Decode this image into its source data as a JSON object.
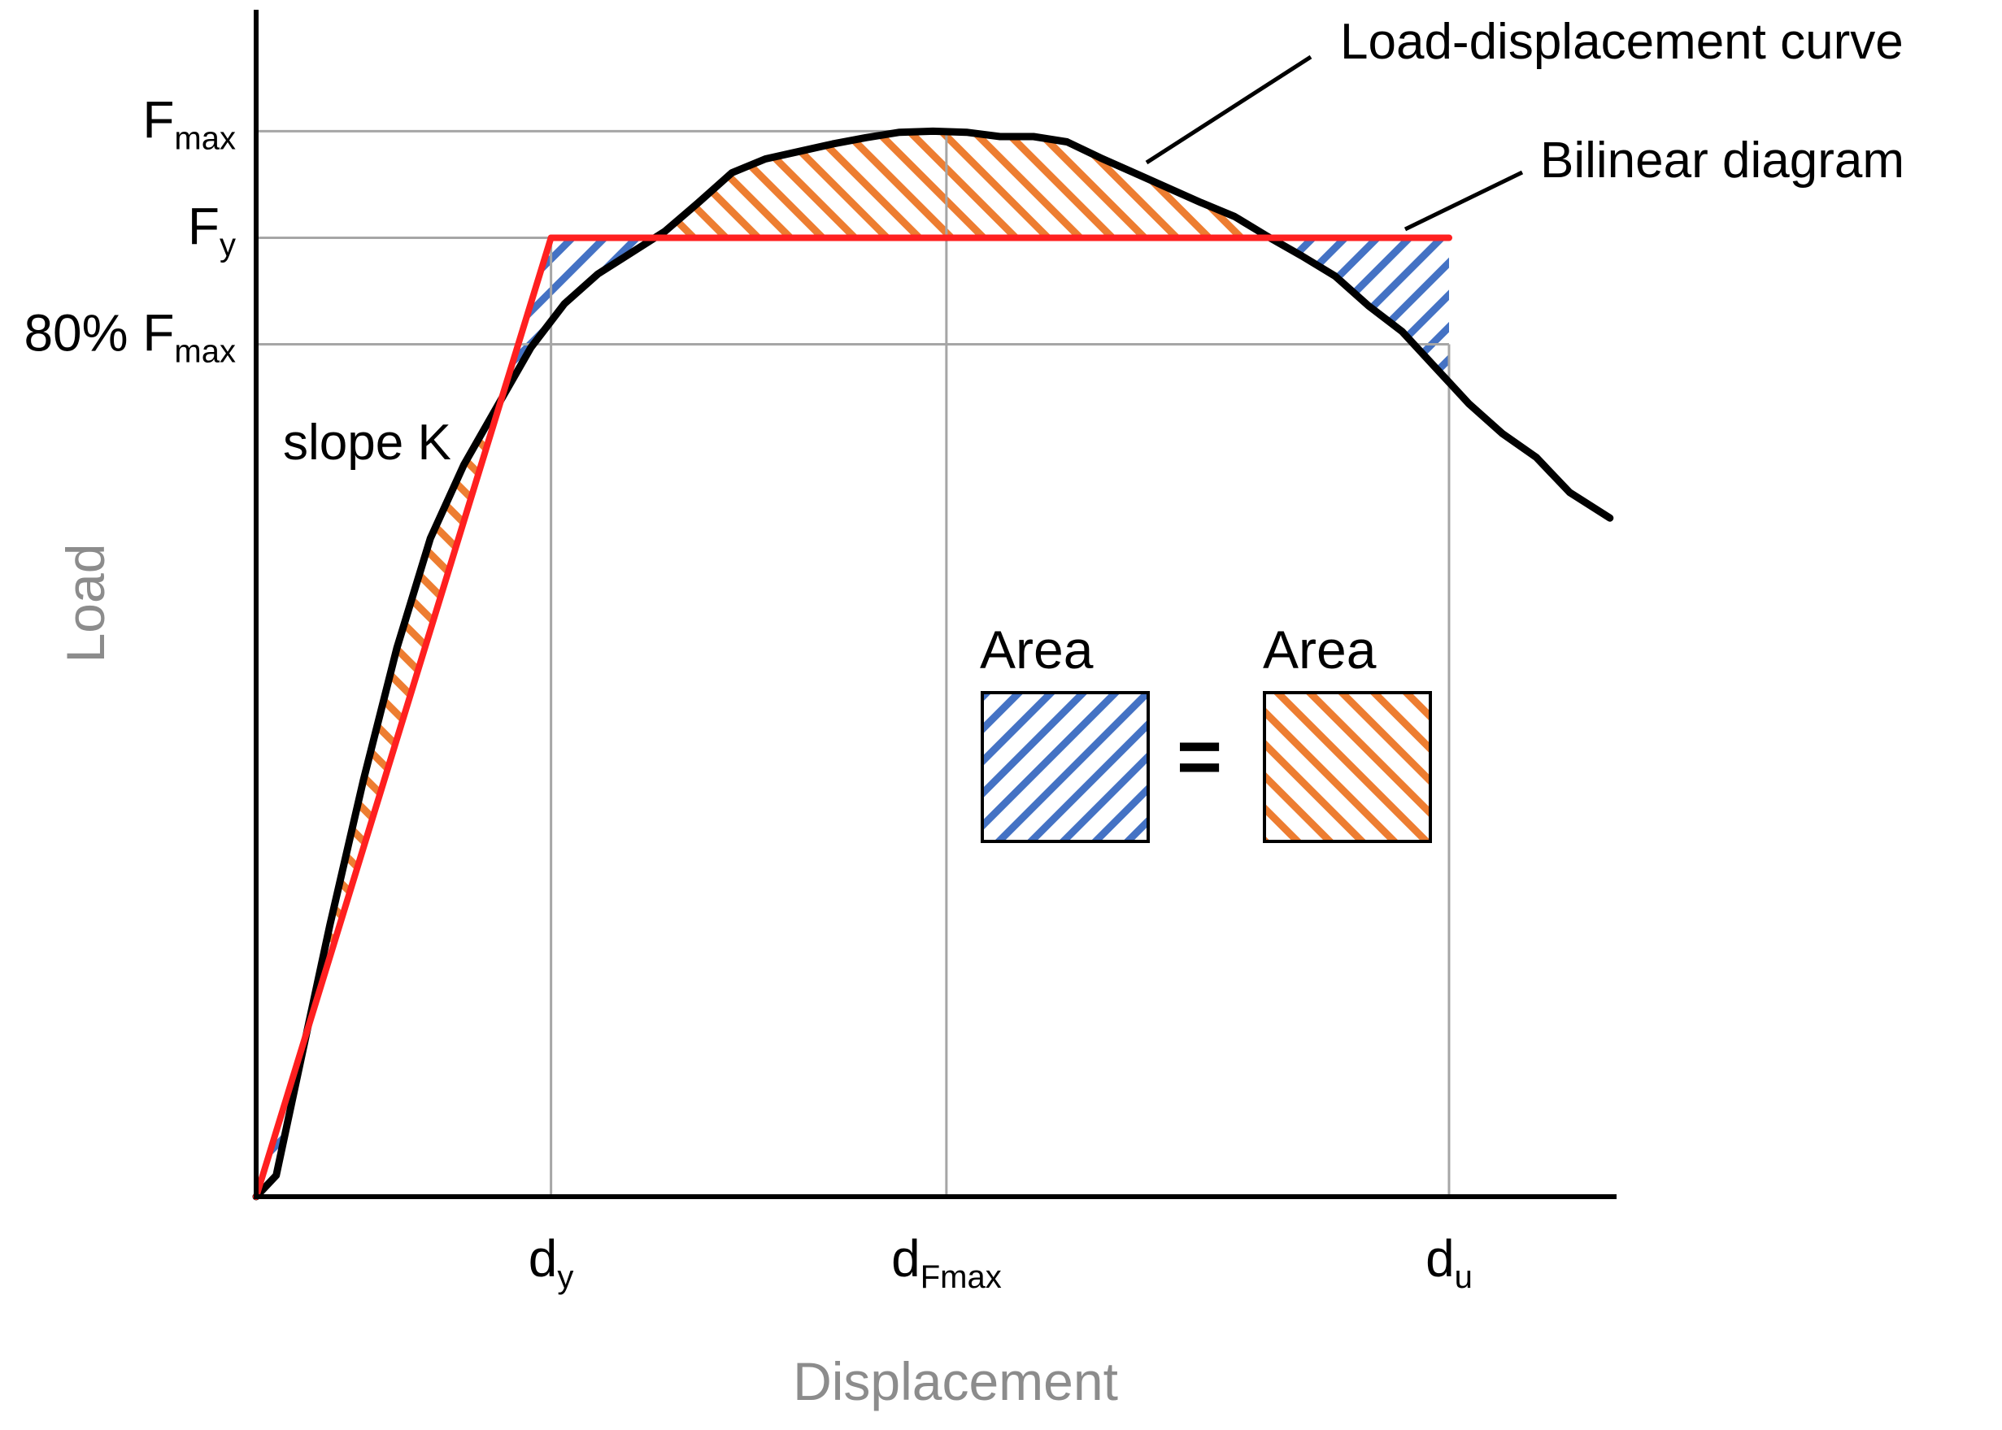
{
  "chart_data": {
    "type": "line",
    "title": "",
    "xlabel": "Displacement",
    "ylabel": "Load",
    "grid": false,
    "x_ticks": [
      {
        "key": "dy",
        "main": "d",
        "sub": "y",
        "x": 4.4
      },
      {
        "key": "dfmax",
        "main": "d",
        "sub": "Fmax",
        "x": 10.3
      },
      {
        "key": "du",
        "main": "d",
        "sub": "u",
        "x": 17.8
      }
    ],
    "y_ticks": [
      {
        "key": "fmax",
        "prefix": "",
        "main": "F",
        "sub": "max",
        "y": 1.0
      },
      {
        "key": "fy",
        "prefix": "",
        "main": "F",
        "sub": "y",
        "y": 0.9
      },
      {
        "key": "f80",
        "prefix": "80% ",
        "main": "F",
        "sub": "max",
        "y": 0.8
      }
    ],
    "xlim": [
      0,
      20.3
    ],
    "ylim": [
      0,
      1.114
    ],
    "series": [
      {
        "name": "Load-displacement curve",
        "color": "#000000",
        "x": [
          0,
          0.3,
          0.7,
          1.1,
          1.6,
          2.1,
          2.6,
          3.1,
          3.6,
          4.1,
          4.6,
          5.1,
          5.6,
          6.1,
          6.6,
          7.1,
          7.6,
          8.1,
          8.6,
          9.1,
          9.6,
          10.1,
          10.6,
          11.1,
          11.6,
          12.1,
          12.6,
          13.1,
          13.6,
          14.1,
          14.6,
          15.1,
          15.6,
          16.1,
          16.6,
          17.1,
          17.6,
          18.1,
          18.6,
          19.1,
          19.6,
          20.2
        ],
        "y": [
          0,
          0.02,
          0.138,
          0.255,
          0.391,
          0.515,
          0.618,
          0.687,
          0.742,
          0.797,
          0.838,
          0.866,
          0.886,
          0.906,
          0.933,
          0.961,
          0.974,
          0.981,
          0.988,
          0.994,
          0.999,
          1.0,
          0.999,
          0.995,
          0.995,
          0.99,
          0.975,
          0.961,
          0.947,
          0.933,
          0.92,
          0.901,
          0.883,
          0.864,
          0.836,
          0.812,
          0.778,
          0.744,
          0.716,
          0.694,
          0.661,
          0.637
        ]
      },
      {
        "name": "Bilinear diagram",
        "color": "#ff2020",
        "x": [
          0,
          4.4,
          17.8
        ],
        "y": [
          0,
          0.9,
          0.9
        ]
      }
    ],
    "annotations": [
      {
        "key": "slope",
        "text": "slope K"
      },
      {
        "key": "curve",
        "text": "Load-displacement curve"
      },
      {
        "key": "bilinear",
        "text": "Bilinear diagram"
      }
    ],
    "legend": {
      "left_label": "Area",
      "right_label": "Area",
      "operator": "=",
      "left_color": "#4472c4",
      "right_color": "#ed7d31"
    },
    "colors": {
      "hatch_blue": "#4472c4",
      "hatch_orange": "#ed7d31",
      "axis": "#000000",
      "grid_ref": "#a6a6a6",
      "axis_title": "#8c8c8c"
    }
  }
}
